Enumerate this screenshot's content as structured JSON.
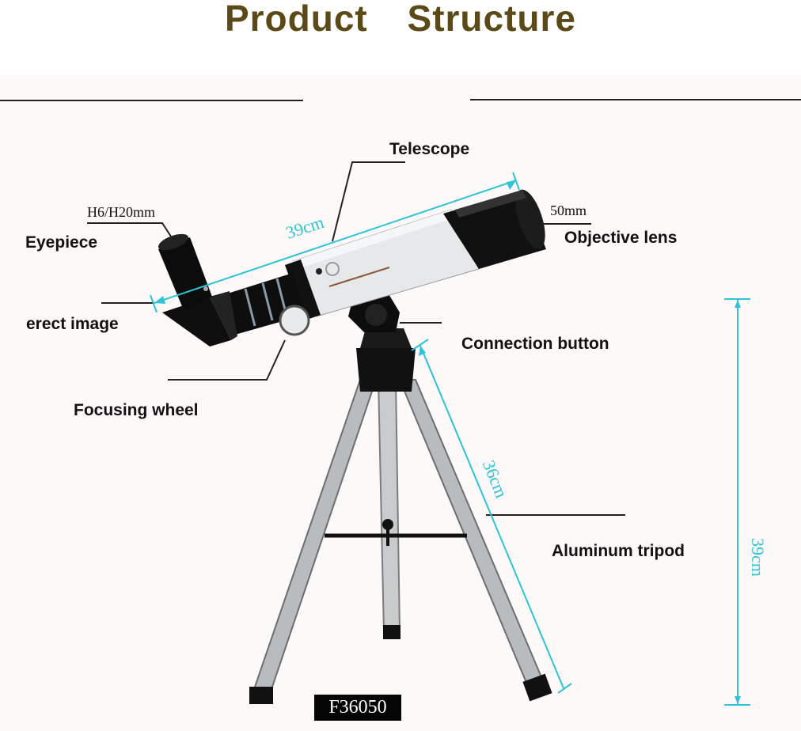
{
  "title": "Product    Structure",
  "labels": {
    "telescope": "Telescope",
    "eyepiece": "Eyepiece",
    "eyepiece_spec": "H6/H20mm",
    "erect_image": "erect image",
    "focusing_wheel": "Focusing wheel",
    "objective_lens": "Objective lens",
    "objective_spec": "50mm",
    "connection_button": "Connection button",
    "aluminum_tripod": "Aluminum tripod"
  },
  "dimensions": {
    "tube_length": "39cm",
    "tripod_leg_length": "36cm",
    "total_height": "39cm"
  },
  "model": "F36050",
  "colors": {
    "title": "#5b4a18",
    "dimension_lines": "#2ec3d6",
    "background": "#fcf9f8"
  }
}
